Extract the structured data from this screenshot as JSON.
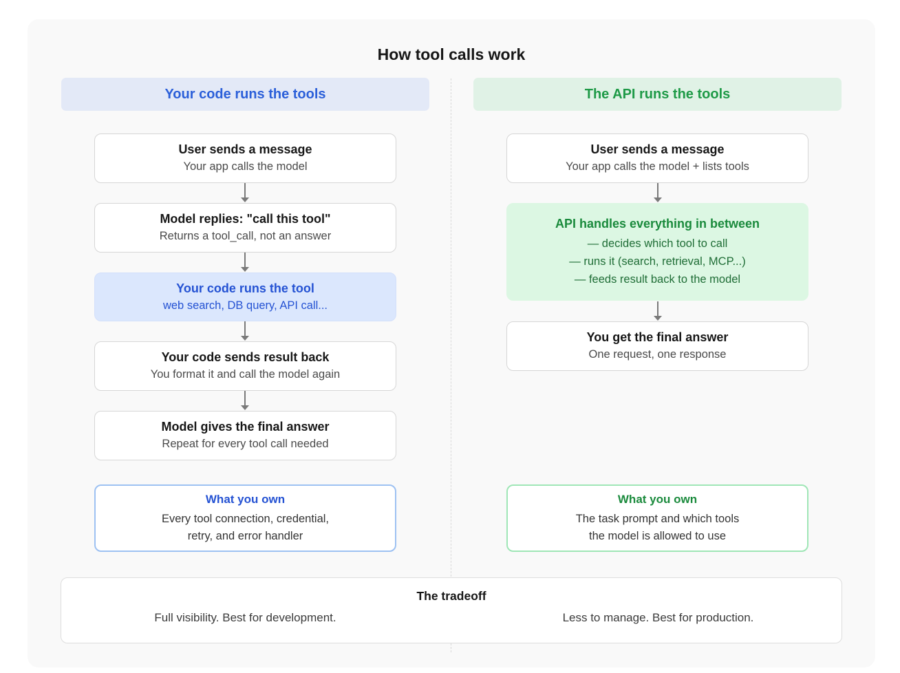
{
  "title": "How tool calls work",
  "left": {
    "header": "Your code runs the tools",
    "steps": [
      {
        "title": "User sends a message",
        "subtitle": "Your app calls the model"
      },
      {
        "title": "Model replies: \"call this tool\"",
        "subtitle": "Returns a tool_call, not an answer"
      },
      {
        "title": "Your code runs the tool",
        "subtitle": "web search, DB query, API call..."
      },
      {
        "title": "Your code sends result back",
        "subtitle": "You format it and call the model again"
      },
      {
        "title": "Model gives the final answer",
        "subtitle": "Repeat for every tool call needed"
      }
    ],
    "own": {
      "title": "What you own",
      "lines": [
        "Every tool connection, credential,",
        "retry, and error handler"
      ]
    }
  },
  "right": {
    "header": "The API runs the tools",
    "steps": [
      {
        "title": "User sends a message",
        "subtitle": "Your app calls the model + lists tools"
      },
      {
        "title": "API handles everything in between",
        "lines": [
          "— decides which tool to call",
          "— runs it (search, retrieval, MCP...)",
          "— feeds result back to the model"
        ]
      },
      {
        "title": "You get the final answer",
        "subtitle": "One request, one response"
      }
    ],
    "own": {
      "title": "What you own",
      "lines": [
        "The task prompt and which tools",
        "the model is allowed to use"
      ]
    }
  },
  "tradeoff": {
    "title": "The tradeoff",
    "left": "Full visibility. Best for development.",
    "right": "Less to manage. Best for production."
  },
  "colors": {
    "left_accent": "#2b5fd9",
    "right_accent": "#1e9a47",
    "left_header_bg": "#e3e9f7",
    "right_header_bg": "#e0f2e6",
    "highlight_blue_bg": "#dbe7fd",
    "highlight_green_bg": "#dcf7e3"
  }
}
